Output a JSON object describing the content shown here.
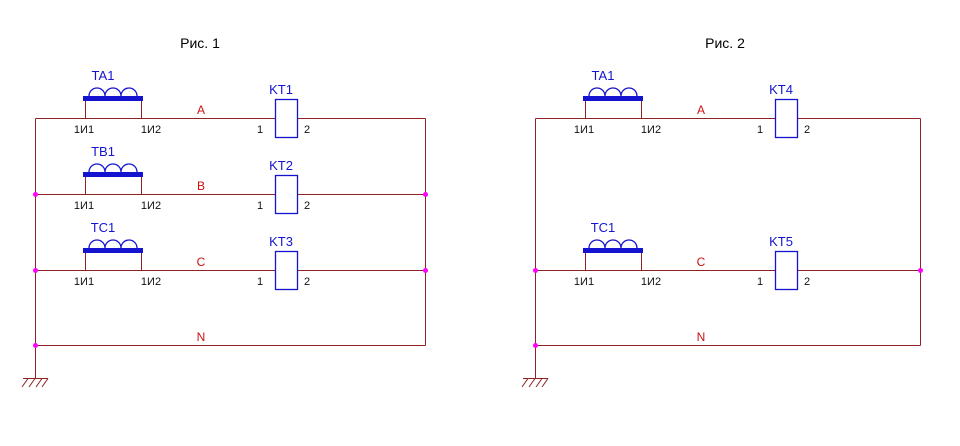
{
  "colors": {
    "background": "#ffffff",
    "wire": "#8e2323",
    "component": "#1414d0",
    "phase": "#cc1111",
    "terminal": "#111111",
    "junction": "#ff00ff",
    "title": "#000000"
  },
  "figures": [
    {
      "title": "Рис. 1",
      "neutral_label": "N",
      "rows": [
        {
          "phase": "A",
          "transformer": {
            "label": "TA1",
            "term1": "1И1",
            "term2": "1И2"
          },
          "relay": {
            "label": "KT1",
            "term1": "1",
            "term2": "2"
          }
        },
        {
          "phase": "B",
          "transformer": {
            "label": "TB1",
            "term1": "1И1",
            "term2": "1И2"
          },
          "relay": {
            "label": "KT2",
            "term1": "1",
            "term2": "2"
          }
        },
        {
          "phase": "C",
          "transformer": {
            "label": "TC1",
            "term1": "1И1",
            "term2": "1И2"
          },
          "relay": {
            "label": "KT3",
            "term1": "1",
            "term2": "2"
          }
        }
      ]
    },
    {
      "title": "Рис. 2",
      "neutral_label": "N",
      "rows": [
        {
          "phase": "A",
          "transformer": {
            "label": "TA1",
            "term1": "1И1",
            "term2": "1И2"
          },
          "relay": {
            "label": "KT4",
            "term1": "1",
            "term2": "2"
          }
        },
        {
          "phase": "C",
          "transformer": {
            "label": "TC1",
            "term1": "1И1",
            "term2": "1И2"
          },
          "relay": {
            "label": "KT5",
            "term1": "1",
            "term2": "2"
          }
        }
      ]
    }
  ]
}
